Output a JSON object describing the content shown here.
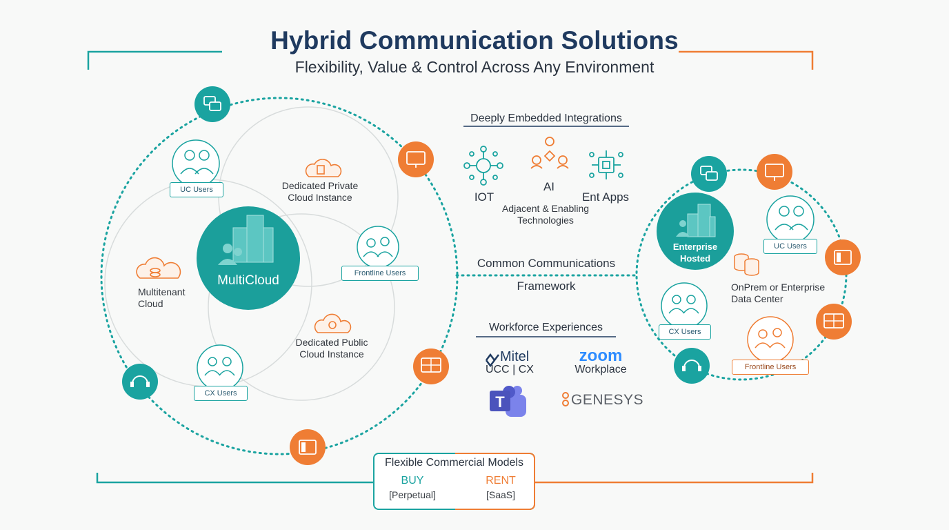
{
  "header": {
    "title": "Hybrid Communication Solutions",
    "subtitle": "Flexibility, Value & Control Across Any Environment"
  },
  "left_cluster": {
    "center_label": "MultiCloud",
    "uc_users": "UC Users",
    "frontline_users": "Frontline Users",
    "cx_users": "CX Users",
    "dedicated_private": "Dedicated Private Cloud Instance",
    "multitenant": "Multitenant Cloud",
    "dedicated_public": "Dedicated Public Cloud Instance"
  },
  "integrations": {
    "heading": "Deeply Embedded Integrations",
    "iot": "IOT",
    "ai": "AI",
    "ent_apps": "Ent Apps",
    "adjacent": "Adjacent & Enabling Technologies"
  },
  "framework": {
    "line1": "Common Communications",
    "line2": "Framework"
  },
  "workforce": {
    "heading": "Workforce Experiences",
    "mitel_name": "Mitel",
    "mitel_sub": "UCC | CX",
    "zoom_name": "zoom",
    "zoom_sub": "Workplace",
    "genesys": "GENESYS"
  },
  "right_cluster": {
    "center_label": "Enterprise Hosted",
    "uc_users": "UC Users",
    "onprem": "OnPrem or Enterprise Data Center",
    "cx_users": "CX Users",
    "frontline_users": "Frontline Users"
  },
  "commercial": {
    "heading": "Flexible Commercial Models",
    "buy": "BUY",
    "buy_sub": "[Perpetual]",
    "rent": "RENT",
    "rent_sub": "[SaaS]"
  },
  "colors": {
    "teal": "#1aa3a0",
    "orange": "#ef7d34",
    "navy": "#1f3a5f"
  }
}
